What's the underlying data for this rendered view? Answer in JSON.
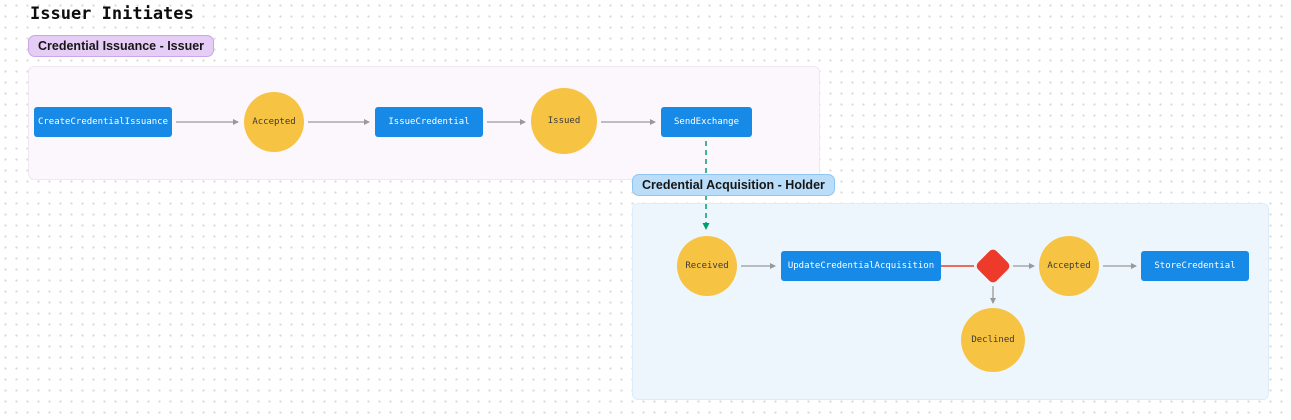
{
  "page": {
    "title": "Issuer Initiates"
  },
  "lanes": {
    "issuer": {
      "label": "Credential Issuance - Issuer",
      "nodes": {
        "create": "CreateCredentialIssuance",
        "accepted": "Accepted",
        "issue": "IssueCredential",
        "issued": "Issued",
        "send": "SendExchange"
      }
    },
    "holder": {
      "label": "Credential Acquisition - Holder",
      "nodes": {
        "received": "Received",
        "update": "UpdateCredentialAcquisition",
        "accepted": "Accepted",
        "store": "StoreCredential",
        "declined": "Declined"
      }
    }
  },
  "colors": {
    "task_fill": "#1789e6",
    "event_fill": "#f7c343",
    "gateway_fill": "#ee3a2a",
    "connector_gray": "#999999",
    "connector_red": "#ee3a2a",
    "message_flow_green": "#00a06b",
    "issuer_badge_bg": "#e5cdf5",
    "holder_badge_bg": "#badef9",
    "issuer_lane_bg": "#fcf6fd",
    "holder_lane_bg": "#edf6fd"
  }
}
